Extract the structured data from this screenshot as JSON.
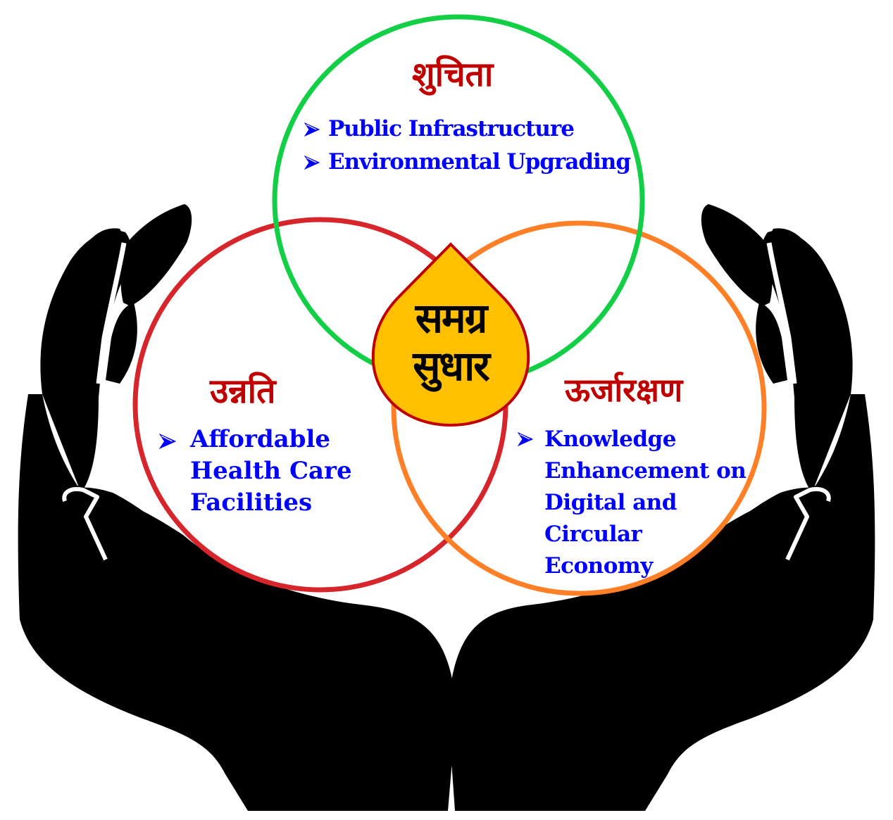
{
  "diagram": {
    "center": {
      "line1": "समग्र",
      "line2": "सुधार",
      "fill_color": "#ffc000",
      "border_color": "#c00000"
    },
    "circles": [
      {
        "id": "top",
        "title": "शुचिता",
        "ring_color": "#12cf45",
        "items": [
          "Public Infrastructure",
          "Environmental Upgrading"
        ]
      },
      {
        "id": "left",
        "title": "उन्नति",
        "ring_color": "#d7262b",
        "items": [
          "Affordable Health Care Facilities"
        ],
        "item_lines": [
          "Affordable",
          "Health Care",
          "Facilities"
        ]
      },
      {
        "id": "right",
        "title": "ऊर्जारक्षण",
        "ring_color": "#ff7f27",
        "items": [
          "Knowledge Enhancement on Digital and Circular Economy"
        ],
        "item_lines": [
          "Knowledge",
          "Enhancement on",
          "Digital and",
          "Circular",
          "Economy"
        ]
      }
    ],
    "colors": {
      "title_text": "#c00000",
      "bullet_text": "#0000ff",
      "hands": "#000000"
    },
    "icons": [
      "bullet-arrow-icon",
      "cupping-hands-icon",
      "drop-icon"
    ]
  }
}
